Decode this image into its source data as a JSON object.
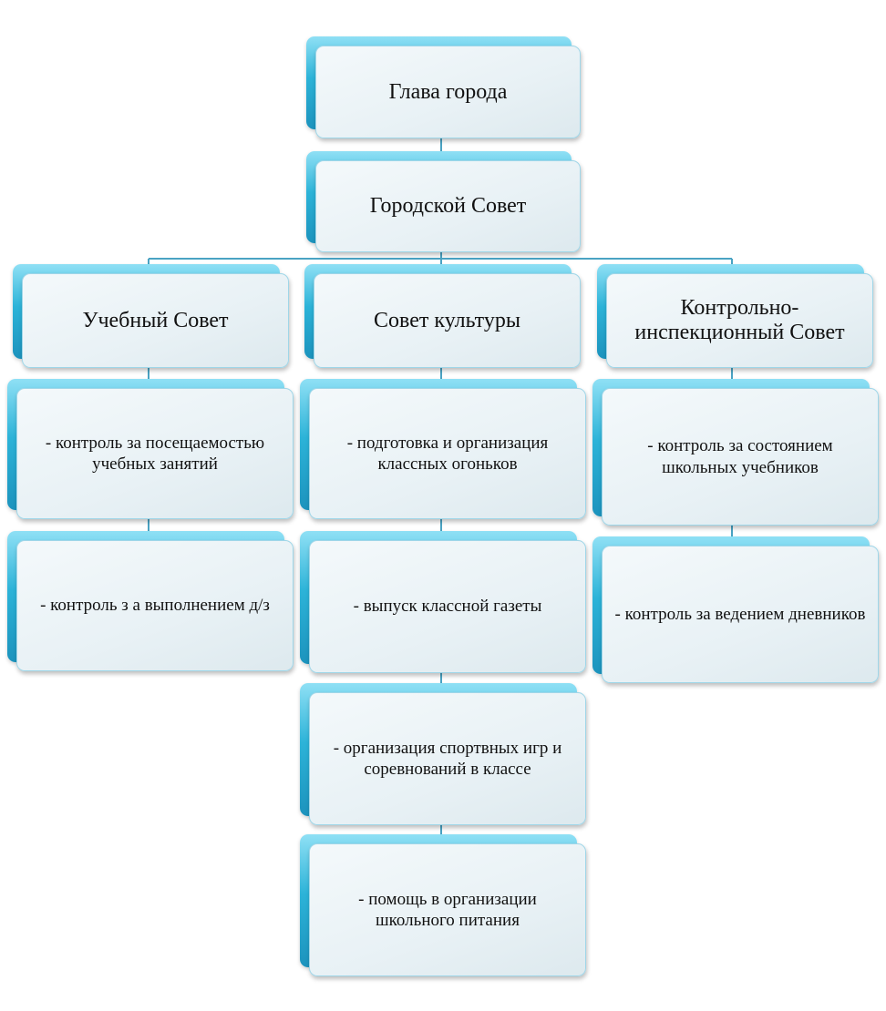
{
  "diagram": {
    "head": "Глава города",
    "council": "Городской Совет",
    "branches": [
      {
        "name": "Учебный Совет",
        "items": [
          "- контроль за посещаемостью учебных занятий",
          "- контроль з а выполнением д/з"
        ]
      },
      {
        "name": "Совет культуры",
        "items": [
          "- подготовка и организация классных огоньков",
          "- выпуск классной газеты",
          "- организация спортвных игр и соревнований в классе",
          "- помощь в организации школьного питания"
        ]
      },
      {
        "name": "Контрольно-инспекционный Совет",
        "items": [
          "- контроль за состоянием школьных учебников",
          "- контроль за ведением дневников"
        ]
      }
    ]
  },
  "colors": {
    "accent": "#2cb3d8",
    "connector": "#4aa3c3",
    "box_fill": "#e8f1f5"
  }
}
